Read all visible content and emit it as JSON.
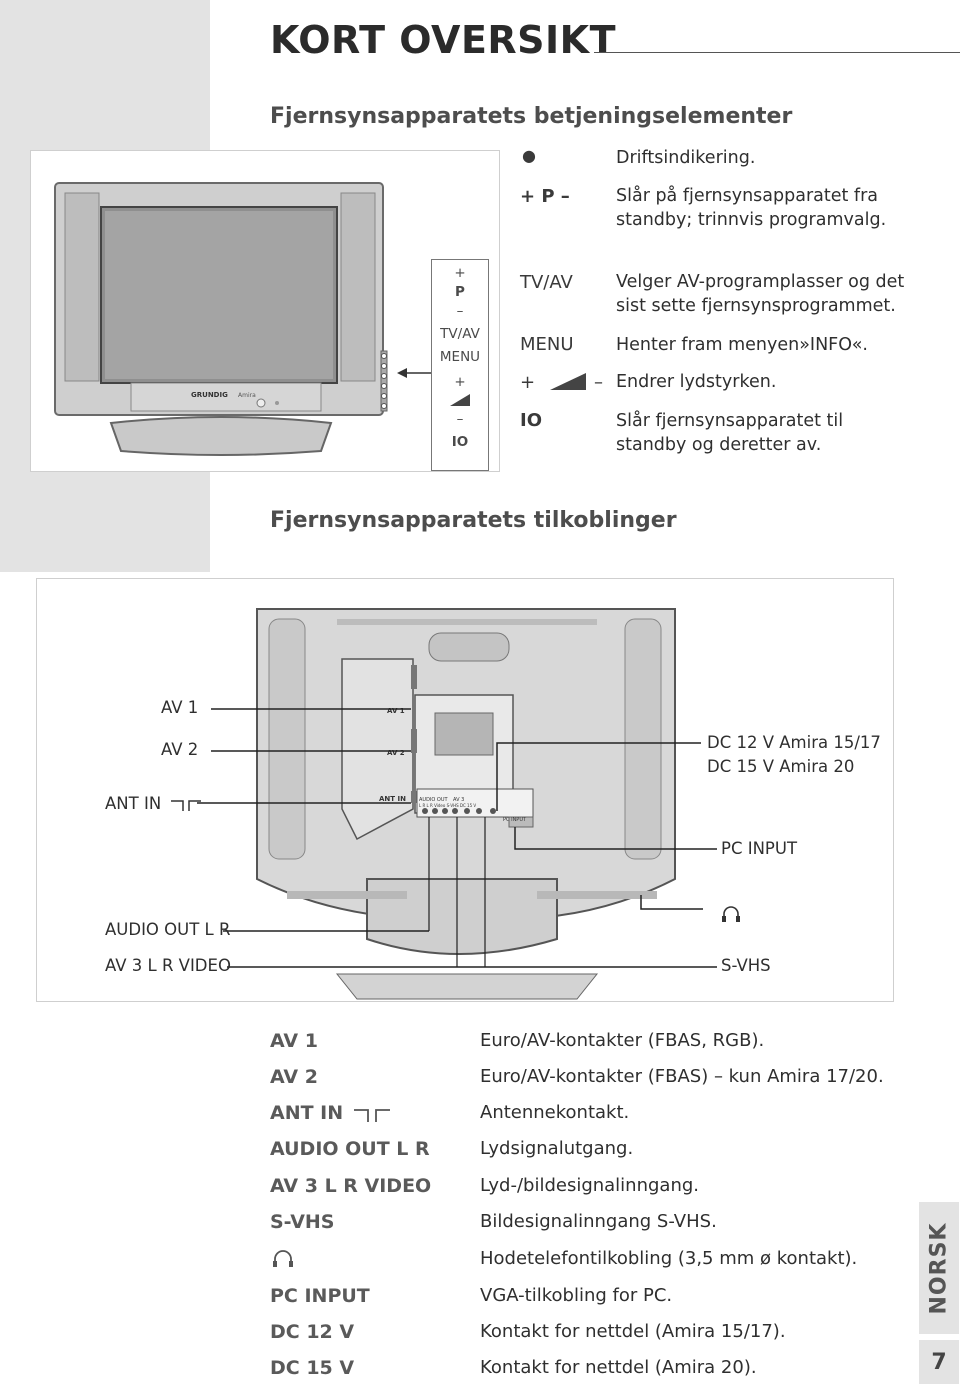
{
  "title": "KORT OVERSIKT",
  "section_controls": "Fjernsynsapparatets betjeningselementer",
  "tv_brand": "GRUNDIG",
  "tv_model": "Amira",
  "side_panel": {
    "plus": "+",
    "p": "P",
    "minus": "–",
    "tvav": "TV/AV",
    "menu": "MENU",
    "plus2": "+",
    "minus2": "–",
    "io": "IO"
  },
  "controls": [
    {
      "symbol": "●",
      "desc": "Driftsindikering."
    },
    {
      "symbol": "+ P –",
      "desc": "Slår på fjernsynsapparatet fra standby; trinnvis programvalg."
    },
    {
      "symbol": "TV/AV",
      "desc": "Velger AV-programplasser og det sist sette fjernsynsprogrammet."
    },
    {
      "symbol": "MENU",
      "desc": "Henter fram menyen»INFO«."
    },
    {
      "symbol_plus": "+",
      "symbol_minus": "–",
      "desc": "Endrer lydstyrken."
    },
    {
      "symbol": "IO",
      "desc": "Slår fjernsynsapparatet til standby og deretter av."
    }
  ],
  "section_connections": "Fjernsynsapparatets tilkoblinger",
  "diagram_labels": {
    "av1": "AV 1",
    "av2": "AV 2",
    "ant_in": "ANT IN",
    "dc12": "DC 12 V Amira 15/17",
    "dc15": "DC 15 V Amira 20",
    "pc_input": "PC INPUT",
    "audio_out": "AUDIO OUT L R",
    "av3": "AV 3 L R VIDEO",
    "svhs": "S-VHS"
  },
  "diagram_small": {
    "av1": "AV 1",
    "av2": "AV 2",
    "ant_in": "ANT IN",
    "audio_out": "AUDIO OUT",
    "av3": "AV 3",
    "jacks": "L    R    L    R   Video  S-VHS   DC 15 V",
    "pc_input": "PC INPUT"
  },
  "connections": [
    {
      "key": "AV 1",
      "val": "Euro/AV-kontakter (FBAS, RGB)."
    },
    {
      "key": "AV 2",
      "val": "Euro/AV-kontakter (FBAS) – kun Amira 17/20."
    },
    {
      "key": "ANT IN",
      "val": "Antennekontakt."
    },
    {
      "key": "AUDIO OUT L  R",
      "val": "Lydsignalutgang."
    },
    {
      "key": "AV 3 L  R  VIDEO",
      "val": "Lyd-/bildesignalinngang."
    },
    {
      "key": "S-VHS",
      "val": "Bildesignalinngang S-VHS."
    },
    {
      "key": "",
      "val": "Hodetelefontilkobling (3,5 mm ø kontakt)."
    },
    {
      "key": "PC INPUT",
      "val": "VGA-tilkobling for PC."
    },
    {
      "key": "DC 12 V",
      "val": "Kontakt for nettdel (Amira 15/17)."
    },
    {
      "key": "DC 15 V",
      "val": "Kontakt for nettdel (Amira 20)."
    }
  ],
  "side_tab": "NORSK",
  "page_number": "7"
}
